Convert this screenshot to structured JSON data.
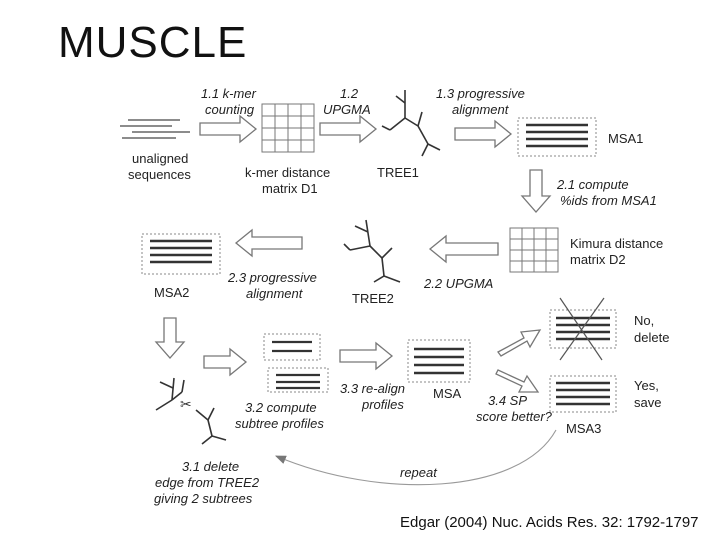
{
  "title": "MUSCLE",
  "labels": {
    "kmer_counting_1": "1.1 k-mer",
    "kmer_counting_2": "counting",
    "upgma_1": "1.2",
    "upgma_2": "UPGMA",
    "prog_align_1": "1.3 progressive",
    "prog_align_2": "alignment",
    "unaligned_1": "unaligned",
    "unaligned_2": "sequences",
    "kmer_matrix_1": "k-mer distance",
    "kmer_matrix_2": "matrix D1",
    "tree1": "TREE1",
    "msa1": "MSA1",
    "compute_ids_1": "2.1 compute",
    "compute_ids_2": "%ids from MSA1",
    "kimura_1": "Kimura distance",
    "kimura_2": "matrix D2",
    "upgma2": "2.2 UPGMA",
    "tree2": "TREE2",
    "prog_align2_1": "2.3 progressive",
    "prog_align2_2": "alignment",
    "msa2": "MSA2",
    "no_1": "No,",
    "no_2": "delete",
    "yes_1": "Yes,",
    "yes_2": "save",
    "realign_1": "3.3 re-align",
    "realign_2": "profiles",
    "msa": "MSA",
    "sp_1": "3.4 SP",
    "sp_2": "score better?",
    "msa3": "MSA3",
    "subtree_1": "3.2 compute",
    "subtree_2": "subtree profiles",
    "delete_1": "3.1 delete",
    "delete_2": "edge from TREE2",
    "delete_3": "giving 2 subtrees",
    "repeat": "repeat"
  },
  "citation": "Edgar (2004) Nuc. Acids Res. 32: 1792-1797"
}
